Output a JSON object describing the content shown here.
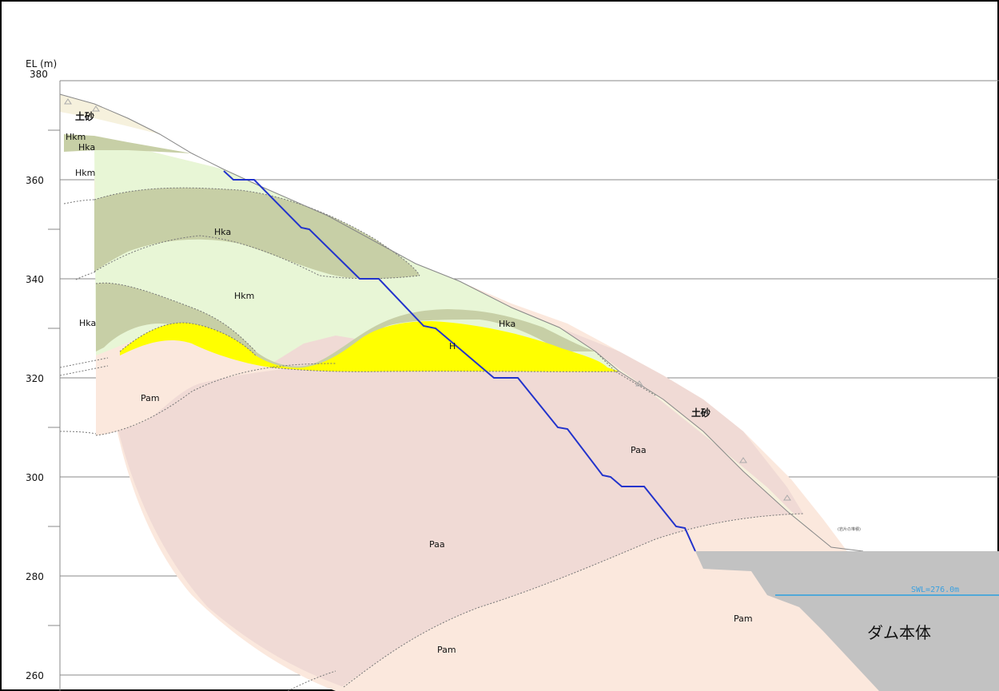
{
  "axis": {
    "unit_label": "EL (m)",
    "ticks": [
      "380",
      "360",
      "340",
      "320",
      "300",
      "280",
      "260"
    ]
  },
  "layers": {
    "soil_top": "土砂",
    "soil_right": "土砂",
    "hkm_1": "Hkm",
    "hka_1": "Hka",
    "hkm_2": "Hkm",
    "hka_main": "Hka",
    "hkm_mid": "Hkm",
    "hka_left": "Hka",
    "hka_right": "Hka",
    "h_yellow": "H",
    "pam_left": "Pam",
    "paa_right": "Paa",
    "paa_center": "Paa",
    "pam_right": "Pam",
    "pam_bottom": "Pam"
  },
  "water_level": "SWL=276.0m",
  "dam_label": "ダム本体",
  "small_note": "(岩片の堆積)",
  "colors": {
    "hkm": "#e8f6d6",
    "hka": "#c7cfa6",
    "h": "#ffff00",
    "paa": "#f0dad5",
    "pam": "#fbe8dd",
    "soil": "#f6f1dd",
    "slip_line": "#2233cc",
    "dam": "#c2c2c2",
    "water": "#2aa0e0"
  }
}
